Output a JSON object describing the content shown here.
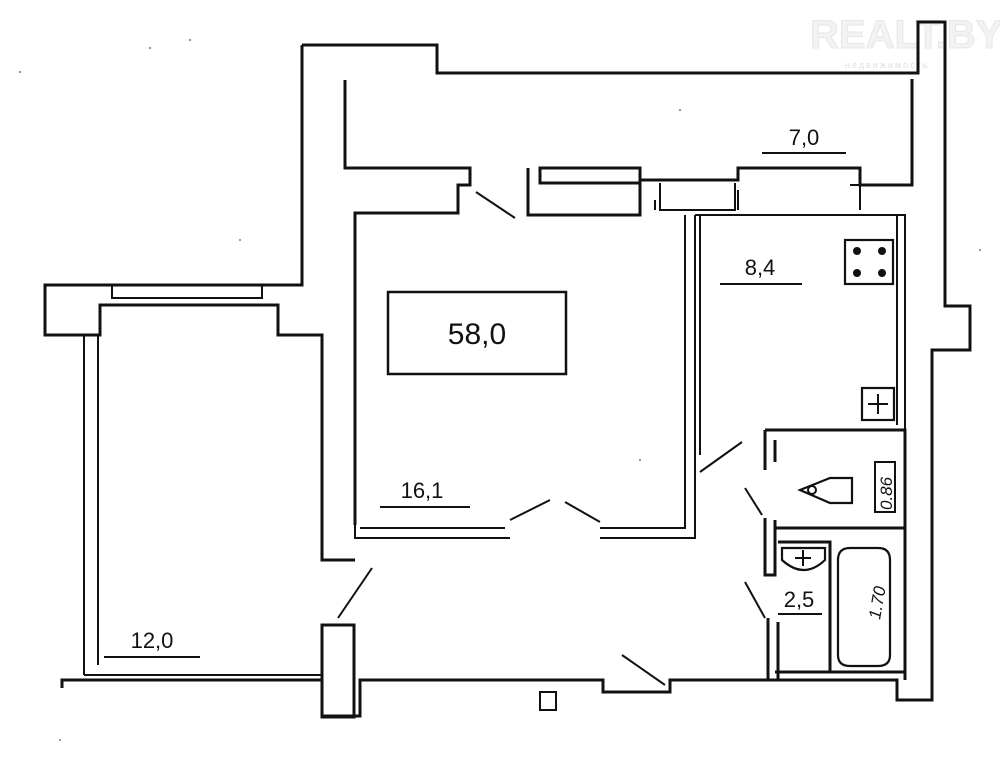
{
  "watermark": {
    "brand": "REALT.BY",
    "tagline": "недвижимость"
  },
  "total_area": "58,0",
  "rooms": {
    "loggia": "7,0",
    "kitchen": "8,4",
    "living_room": "16,1",
    "bedroom": "12,0",
    "bathroom": "2,5"
  },
  "dimensions": {
    "bath_length": "1.70",
    "bath_width": "0.86"
  }
}
